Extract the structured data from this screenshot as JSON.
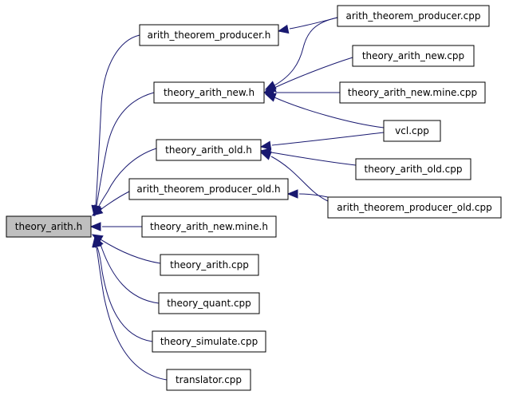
{
  "diagram": {
    "type": "include-dependency-graph",
    "colors": {
      "edge": "#191970",
      "root_fill": "#bfbfbf",
      "node_fill": "#ffffff",
      "node_border": "#000000"
    },
    "root": "theory_arith.h",
    "nodes": [
      {
        "id": "theory_arith_h",
        "label": "theory_arith.h",
        "root": true
      },
      {
        "id": "arith_theorem_producer_h",
        "label": "arith_theorem_producer.h"
      },
      {
        "id": "theory_arith_new_h",
        "label": "theory_arith_new.h"
      },
      {
        "id": "theory_arith_old_h",
        "label": "theory_arith_old.h"
      },
      {
        "id": "arith_theorem_producer_old_h",
        "label": "arith_theorem_producer_old.h"
      },
      {
        "id": "theory_arith_new_mine_h",
        "label": "theory_arith_new.mine.h"
      },
      {
        "id": "theory_arith_cpp",
        "label": "theory_arith.cpp"
      },
      {
        "id": "theory_quant_cpp",
        "label": "theory_quant.cpp"
      },
      {
        "id": "theory_simulate_cpp",
        "label": "theory_simulate.cpp"
      },
      {
        "id": "translator_cpp",
        "label": "translator.cpp"
      },
      {
        "id": "arith_theorem_producer_cpp",
        "label": "arith_theorem_producer.cpp"
      },
      {
        "id": "theory_arith_new_cpp",
        "label": "theory_arith_new.cpp"
      },
      {
        "id": "theory_arith_new_mine_cpp",
        "label": "theory_arith_new.mine.cpp"
      },
      {
        "id": "vcl_cpp",
        "label": "vcl.cpp"
      },
      {
        "id": "theory_arith_old_cpp",
        "label": "theory_arith_old.cpp"
      },
      {
        "id": "arith_theorem_producer_old_cpp",
        "label": "arith_theorem_producer_old.cpp"
      }
    ],
    "edges": [
      {
        "from": "arith_theorem_producer_h",
        "to": "theory_arith_h"
      },
      {
        "from": "theory_arith_new_h",
        "to": "theory_arith_h"
      },
      {
        "from": "theory_arith_old_h",
        "to": "theory_arith_h"
      },
      {
        "from": "arith_theorem_producer_old_h",
        "to": "theory_arith_h"
      },
      {
        "from": "theory_arith_new_mine_h",
        "to": "theory_arith_h"
      },
      {
        "from": "theory_arith_cpp",
        "to": "theory_arith_h"
      },
      {
        "from": "theory_quant_cpp",
        "to": "theory_arith_h"
      },
      {
        "from": "theory_simulate_cpp",
        "to": "theory_arith_h"
      },
      {
        "from": "translator_cpp",
        "to": "theory_arith_h"
      },
      {
        "from": "arith_theorem_producer_cpp",
        "to": "arith_theorem_producer_h"
      },
      {
        "from": "arith_theorem_producer_cpp",
        "to": "theory_arith_new_h"
      },
      {
        "from": "theory_arith_new_cpp",
        "to": "theory_arith_new_h"
      },
      {
        "from": "theory_arith_new_mine_cpp",
        "to": "theory_arith_new_h"
      },
      {
        "from": "vcl_cpp",
        "to": "theory_arith_new_h"
      },
      {
        "from": "vcl_cpp",
        "to": "theory_arith_old_h"
      },
      {
        "from": "theory_arith_old_cpp",
        "to": "theory_arith_old_h"
      },
      {
        "from": "arith_theorem_producer_old_cpp",
        "to": "theory_arith_old_h"
      },
      {
        "from": "arith_theorem_producer_old_cpp",
        "to": "arith_theorem_producer_old_h"
      }
    ]
  }
}
